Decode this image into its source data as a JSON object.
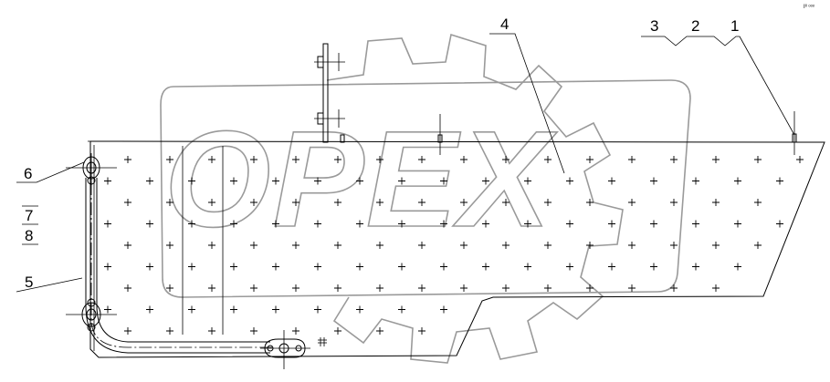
{
  "drawing": {
    "corner_mark": "Iᴵᴵ ᵒᵒᵒ",
    "watermark_text": "OPEX",
    "callouts": [
      {
        "id": "c1",
        "text": "1"
      },
      {
        "id": "c2",
        "text": "2"
      },
      {
        "id": "c3",
        "text": "3"
      },
      {
        "id": "c4",
        "text": "4"
      },
      {
        "id": "c5",
        "text": "5"
      },
      {
        "id": "c6",
        "text": "6"
      },
      {
        "id": "c7",
        "text": "7"
      },
      {
        "id": "c8",
        "text": "8"
      }
    ]
  }
}
